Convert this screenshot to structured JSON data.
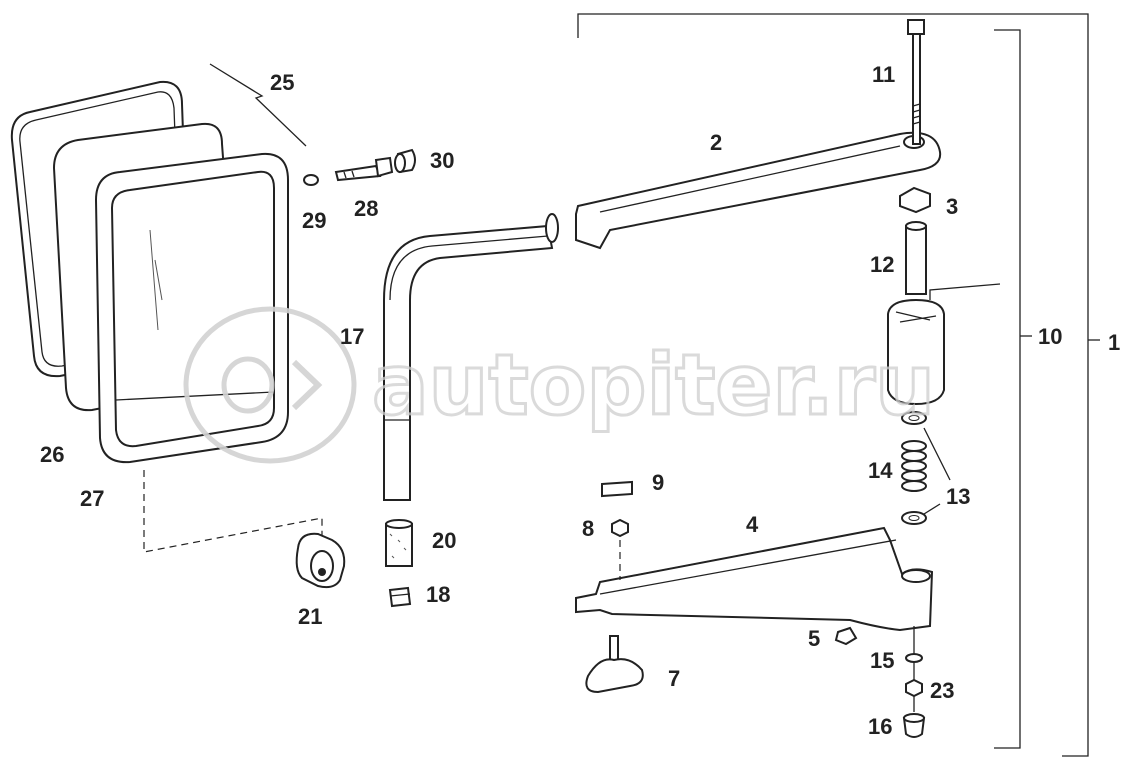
{
  "diagram": {
    "labels": {
      "l1": "1",
      "l2": "2",
      "l3": "3",
      "l4": "4",
      "l5": "5",
      "l7": "7",
      "l8": "8",
      "l9": "9",
      "l10": "10",
      "l11": "11",
      "l12": "12",
      "l13": "13",
      "l14": "14",
      "l15": "15",
      "l16": "16",
      "l17": "17",
      "l18": "18",
      "l20": "20",
      "l21": "21",
      "l23": "23",
      "l25": "25",
      "l26": "26",
      "l27": "27",
      "l28": "28",
      "l29": "29",
      "l30": "30"
    }
  },
  "watermark": {
    "text": "autopiter.ru",
    "logo_icon": "autopiter-logo-icon"
  }
}
